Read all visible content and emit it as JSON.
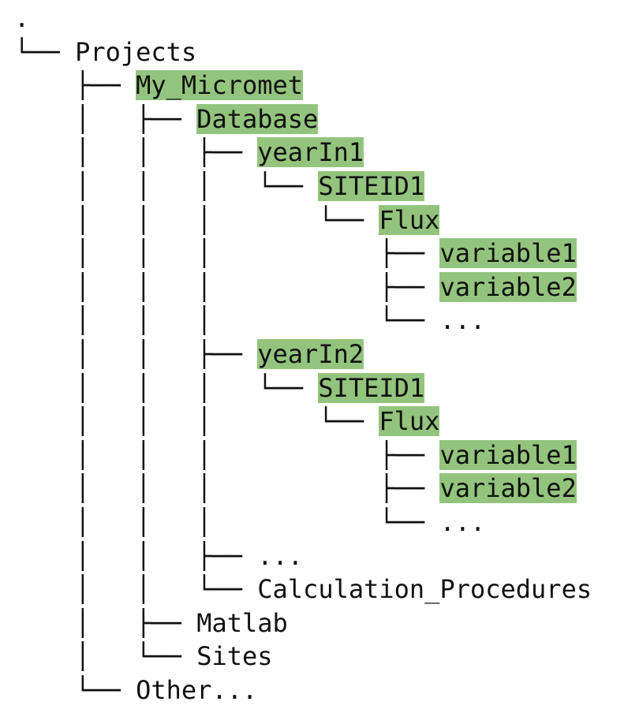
{
  "highlight_color": "#93c47d",
  "text_color": "#111111",
  "lines": [
    {
      "prefix": "",
      "label": ".",
      "highlighted": false
    },
    {
      "prefix": "└── ",
      "label": "Projects",
      "highlighted": false
    },
    {
      "prefix": "    ├── ",
      "label": "My_Micromet",
      "highlighted": true
    },
    {
      "prefix": "    │   ├── ",
      "label": "Database",
      "highlighted": true
    },
    {
      "prefix": "    │   │   ├── ",
      "label": "yearIn1",
      "highlighted": true
    },
    {
      "prefix": "    │   │   │   └── ",
      "label": "SITEID1",
      "highlighted": true
    },
    {
      "prefix": "    │   │   │       └── ",
      "label": "Flux",
      "highlighted": true
    },
    {
      "prefix": "    │   │   │           ├── ",
      "label": "variable1",
      "highlighted": true
    },
    {
      "prefix": "    │   │   │           ├── ",
      "label": "variable2",
      "highlighted": true
    },
    {
      "prefix": "    │   │   │           └── ",
      "label": "...",
      "highlighted": false
    },
    {
      "prefix": "    │   │   ├── ",
      "label": "yearIn2",
      "highlighted": true
    },
    {
      "prefix": "    │   │   │   └── ",
      "label": "SITEID1",
      "highlighted": true
    },
    {
      "prefix": "    │   │   │       └── ",
      "label": "Flux",
      "highlighted": true
    },
    {
      "prefix": "    │   │   │           ├── ",
      "label": "variable1",
      "highlighted": true
    },
    {
      "prefix": "    │   │   │           ├── ",
      "label": "variable2",
      "highlighted": true
    },
    {
      "prefix": "    │   │   │           └── ",
      "label": "...",
      "highlighted": false
    },
    {
      "prefix": "    │   │   ├── ",
      "label": "...",
      "highlighted": false
    },
    {
      "prefix": "    │   │   └── ",
      "label": "Calculation_Procedures",
      "highlighted": false
    },
    {
      "prefix": "    │   ├── ",
      "label": "Matlab",
      "highlighted": false
    },
    {
      "prefix": "    │   └── ",
      "label": "Sites",
      "highlighted": false
    },
    {
      "prefix": "    └── ",
      "label": "Other...",
      "highlighted": false
    }
  ]
}
